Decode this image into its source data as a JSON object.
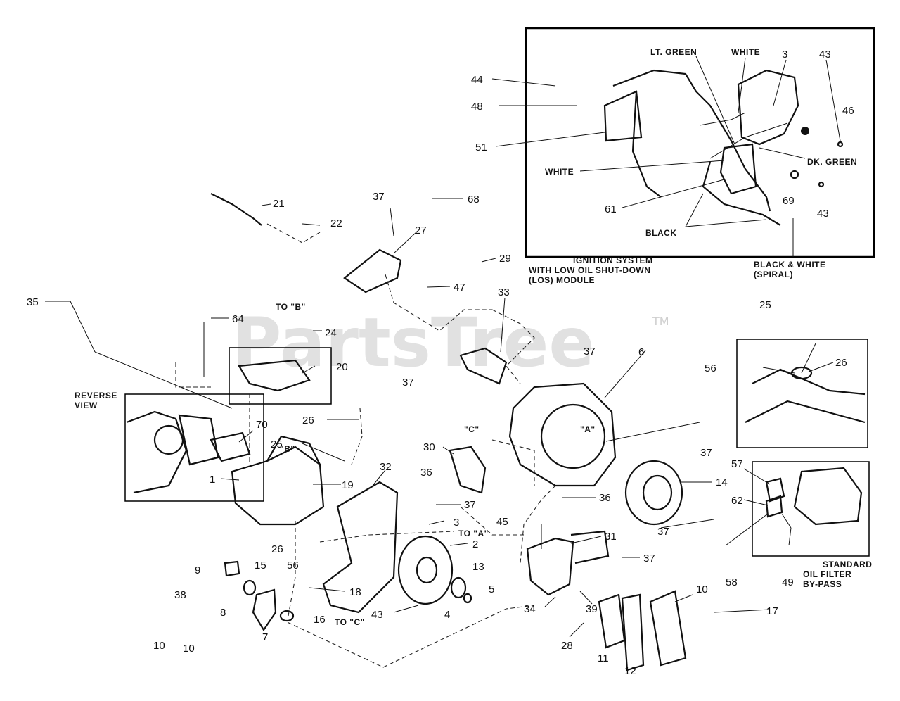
{
  "watermark": {
    "text": "PartsTree",
    "tm": "TM"
  },
  "captions": {
    "ignition_title_1": "IGNITION SYSTEM",
    "ignition_title_2": "WITH LOW OIL SHUT-DOWN",
    "ignition_title_3": "(LOS) MODULE",
    "lt_green": "LT. GREEN",
    "white_top": "WHITE",
    "white_left": "WHITE",
    "dk_green": "DK. GREEN",
    "black": "BLACK",
    "black_white_1": "BLACK & WHITE",
    "black_white_2": "(SPIRAL)",
    "reverse_1": "REVERSE",
    "reverse_2": "VIEW",
    "oil_filter_1": "STANDARD",
    "oil_filter_2": "OIL FILTER",
    "oil_filter_3": "BY-PASS",
    "to_b": "TO \"B\"",
    "to_a": "TO \"A\"",
    "to_c": "TO \"C\"",
    "mark_a": "\"A\"",
    "mark_b": "\"B\"",
    "mark_c": "\"C\""
  },
  "callouts": {
    "n1": "1",
    "n2": "2",
    "n3": "3",
    "n3b": "3",
    "n4": "4",
    "n5": "5",
    "n6": "6",
    "n7": "7",
    "n8": "8",
    "n9": "9",
    "n10": "10",
    "n10b": "10",
    "n10c": "10",
    "n11": "11",
    "n12": "12",
    "n13": "13",
    "n14": "14",
    "n15": "15",
    "n16": "16",
    "n17": "17",
    "n18": "18",
    "n19": "19",
    "n20": "20",
    "n21": "21",
    "n22": "22",
    "n24": "24",
    "n25": "25",
    "n25b": "25",
    "n26": "26",
    "n26b": "26",
    "n26c": "26",
    "n27": "27",
    "n28": "28",
    "n29": "29",
    "n30": "30",
    "n31": "31",
    "n32": "32",
    "n33": "33",
    "n34": "34",
    "n35": "35",
    "n36": "36",
    "n36b": "36",
    "n37a": "37",
    "n37b": "37",
    "n37c": "37",
    "n37d": "37",
    "n37e": "37",
    "n37f": "37",
    "n37g": "37",
    "n38": "38",
    "n39": "39",
    "n43a": "43",
    "n43b": "43",
    "n43c": "43",
    "n44": "44",
    "n45": "45",
    "n46": "46",
    "n47": "47",
    "n48": "48",
    "n49": "49",
    "n51": "51",
    "n56": "56",
    "n56b": "56",
    "n57": "57",
    "n58": "58",
    "n61": "61",
    "n62": "62",
    "n64": "64",
    "n68": "68",
    "n69": "69",
    "n70": "70"
  }
}
